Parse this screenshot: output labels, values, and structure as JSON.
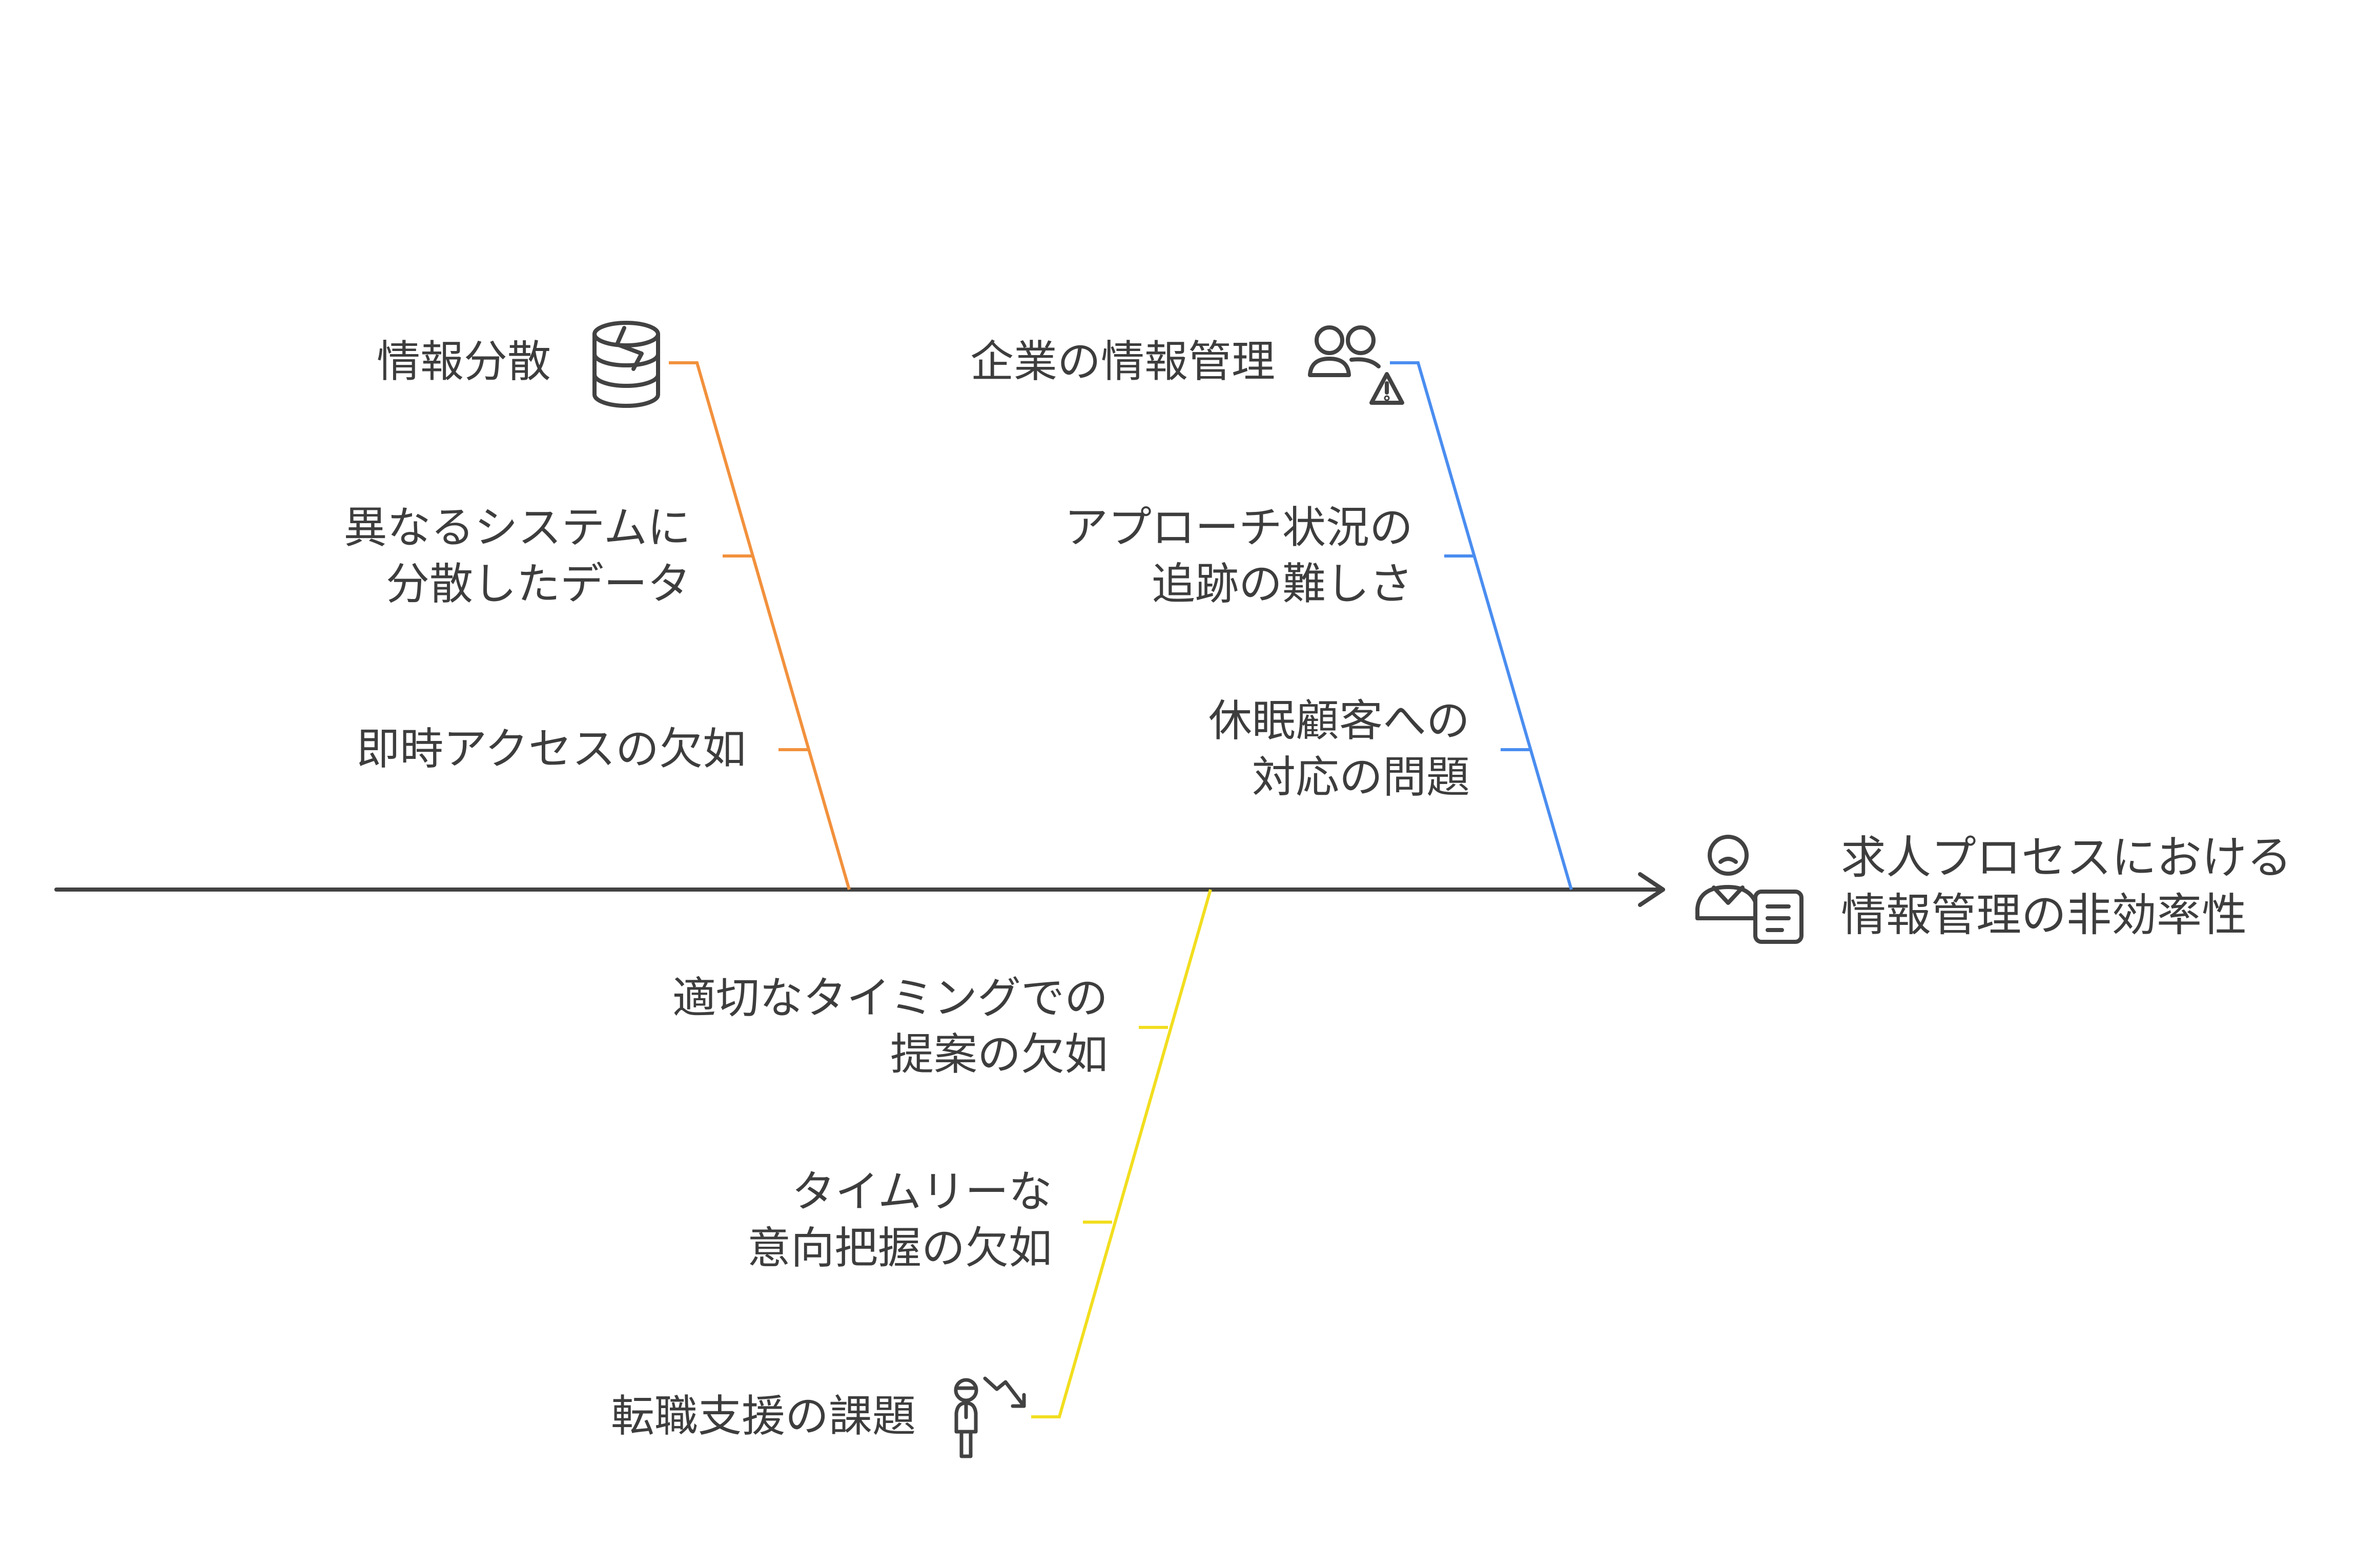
{
  "colors": {
    "spine": "#424242",
    "branch_data": "#f2913d",
    "branch_company": "#4a8df0",
    "branch_support": "#f2de1f",
    "text": "#3d3d3d"
  },
  "problem": {
    "line1": "求人プロセスにおける",
    "line2": "情報管理の非効率性",
    "icon": "recruiter-document-icon"
  },
  "categories": {
    "data": {
      "title": "情報分散",
      "icon": "broken-database-icon",
      "causes": [
        {
          "line1": "異なるシステムに",
          "line2": "分散したデータ"
        },
        {
          "line1": "即時アクセスの欠如"
        }
      ]
    },
    "company": {
      "title": "企業の情報管理",
      "icon": "users-warning-icon",
      "causes": [
        {
          "line1": "アプローチ状況の",
          "line2": "追跡の難しさ"
        },
        {
          "line1": "休眠顧客への",
          "line2": "対応の問題"
        }
      ]
    },
    "support": {
      "title": "転職支援の課題",
      "icon": "person-decline-icon",
      "causes": [
        {
          "line1": "適切なタイミングでの",
          "line2": "提案の欠如"
        },
        {
          "line1": "タイムリーな",
          "line2": "意向把握の欠如"
        }
      ]
    }
  }
}
